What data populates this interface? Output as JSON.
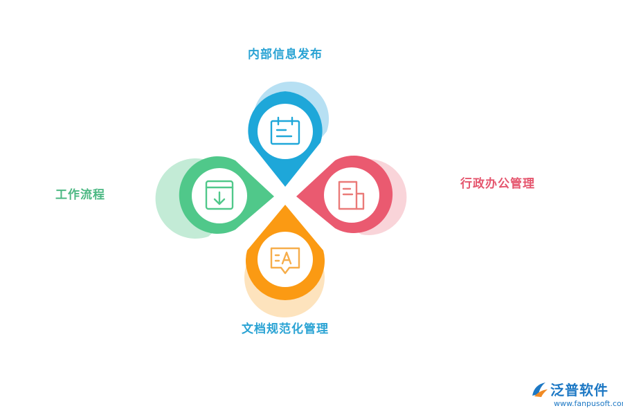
{
  "nodes": {
    "top": {
      "label": "内部信息发布",
      "color": "#1ea7d9",
      "shadow": "#9fd6ef",
      "icon": "calendar-icon"
    },
    "right": {
      "label": "行政办公管理",
      "color": "#ea5a70",
      "shadow": "#f8c9d0",
      "icon": "document-icon"
    },
    "left": {
      "label": "工作流程",
      "color": "#50c88a",
      "shadow": "#b8e8cf",
      "icon": "download-icon"
    },
    "bottom": {
      "label": "文档规范化管理",
      "color": "#fb9a13",
      "shadow": "#fde0b6",
      "icon": "text-bubble-icon"
    }
  },
  "brand": {
    "name": "泛普软件",
    "url": "www.fanpusoft.com"
  }
}
